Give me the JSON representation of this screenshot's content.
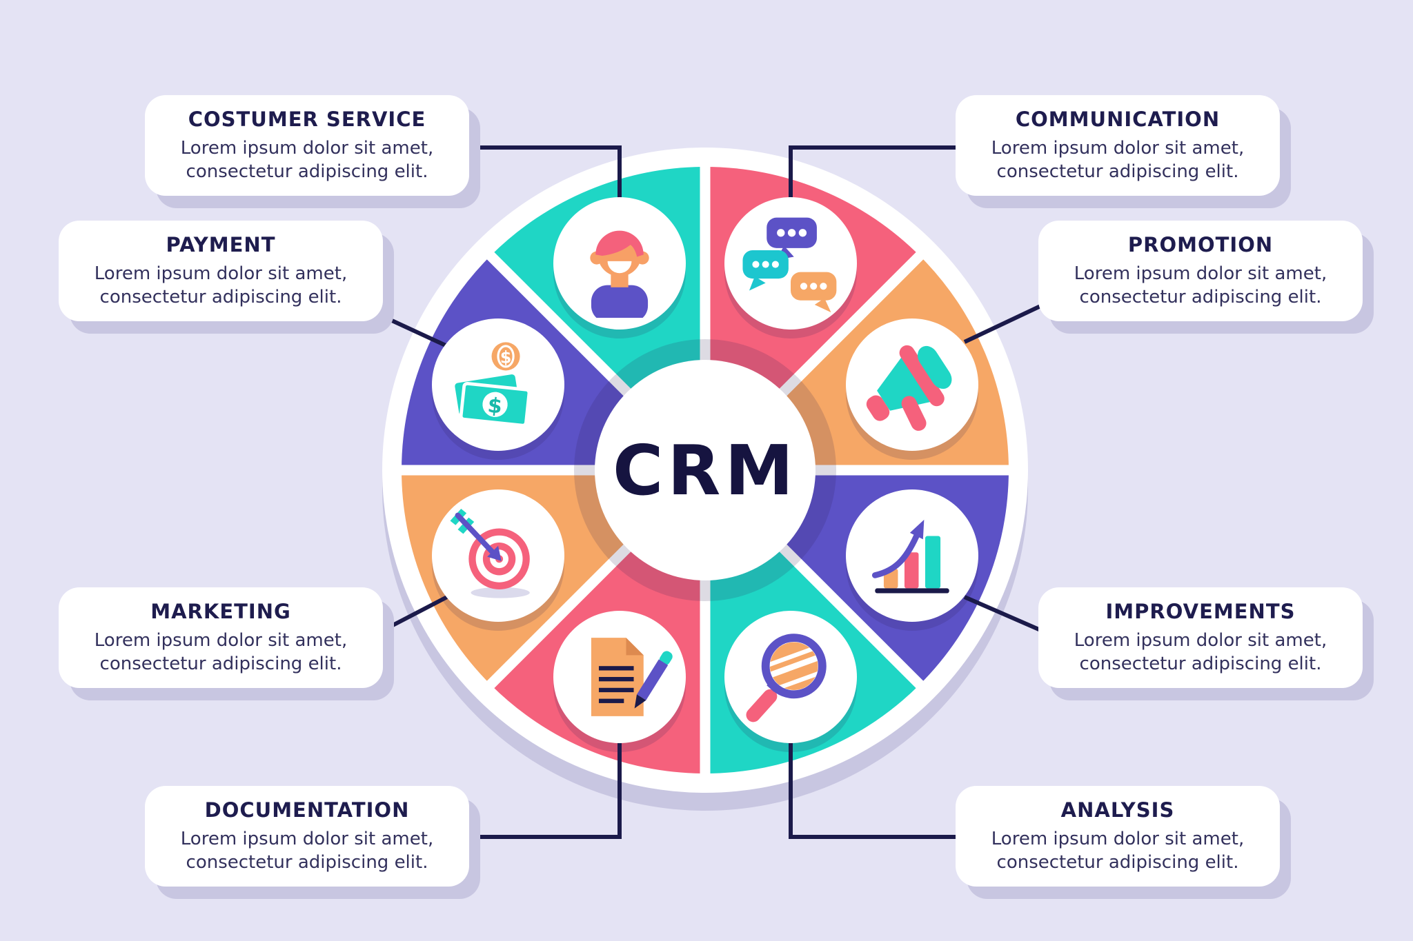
{
  "center": {
    "label": "CRM"
  },
  "callouts": [
    {
      "key": "customer-service",
      "title": "COSTUMER  SERVICE",
      "body": "Lorem ipsum dolor sit amet, consectetur adipiscing elit."
    },
    {
      "key": "payment",
      "title": "PAYMENT",
      "body": "Lorem ipsum dolor sit amet, consectetur adipiscing elit."
    },
    {
      "key": "marketing",
      "title": "MARKETING",
      "body": "Lorem ipsum dolor sit amet, consectetur adipiscing elit."
    },
    {
      "key": "documentation",
      "title": "DOCUMENTATION",
      "body": "Lorem ipsum dolor sit amet, consectetur adipiscing elit."
    },
    {
      "key": "communication",
      "title": "COMMUNICATION",
      "body": "Lorem ipsum dolor sit amet, consectetur adipiscing elit."
    },
    {
      "key": "promotion",
      "title": "PROMOTION",
      "body": "Lorem ipsum dolor sit amet, consectetur adipiscing elit."
    },
    {
      "key": "improvements",
      "title": "IMPROVEMENTS",
      "body": "Lorem ipsum dolor sit amet, consectetur adipiscing elit."
    },
    {
      "key": "analysis",
      "title": "ANALYSIS",
      "body": "Lorem ipsum dolor sit amet, consectetur adipiscing elit."
    }
  ],
  "segments": [
    {
      "name": "customer-service",
      "color": "#1fd6c5",
      "icon": "person-icon"
    },
    {
      "name": "communication",
      "color": "#f5617c",
      "icon": "chat-bubbles-icon"
    },
    {
      "name": "promotion",
      "color": "#f6a766",
      "icon": "megaphone-icon"
    },
    {
      "name": "improvements",
      "color": "#5c52c6",
      "icon": "growth-chart-icon"
    },
    {
      "name": "analysis",
      "color": "#1fd6c5",
      "icon": "magnifier-icon"
    },
    {
      "name": "documentation",
      "color": "#f5617c",
      "icon": "document-pen-icon"
    },
    {
      "name": "marketing",
      "color": "#f6a766",
      "icon": "target-arrow-icon"
    },
    {
      "name": "payment",
      "color": "#5c52c6",
      "icon": "money-icon"
    }
  ],
  "colors": {
    "background": "#e4e3f4",
    "card": "#ffffff",
    "card_shadow": "#c8c6e1",
    "wheel_rim": "#ffffff",
    "wheel_shadow": "#c8c6e1",
    "connector": "#1b1a4a",
    "center_text": "#161440",
    "title_text": "#1e1c4e",
    "body_text": "#32305c",
    "teal": "#1fd6c5",
    "pink": "#f5617c",
    "orange": "#f6a766",
    "purple": "#5c52c6",
    "shadow_overlay": "rgba(43,28,80,0.16)"
  }
}
